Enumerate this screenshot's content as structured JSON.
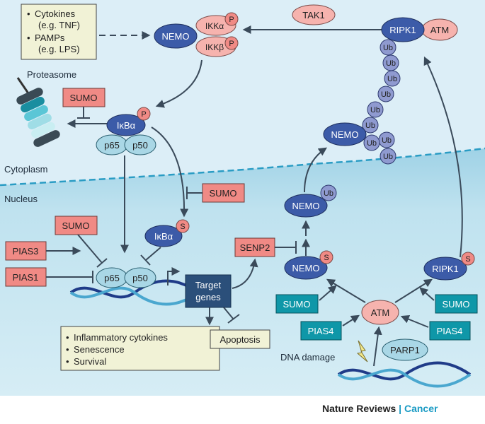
{
  "compartments": {
    "cytoplasm": "Cytoplasm",
    "nucleus": "Nucleus"
  },
  "stimuli": {
    "cytokines": "Cytokines",
    "cytokines_example": "(e.g. TNF)",
    "pamps": "PAMPs",
    "pamps_example": "(e.g. LPS)"
  },
  "ikk": {
    "nemo": "NEMO",
    "ikka": "IKKα",
    "ikkb": "IKKβ",
    "phospho": "P"
  },
  "tak1": "TAK1",
  "ripk1_top": {
    "ripk1": "RIPK1",
    "atm": "ATM",
    "ub": "Ub"
  },
  "proteasome": "Proteasome",
  "sumo": "SUMO",
  "ikba": "IκBα",
  "p65": "p65",
  "p50": "p50",
  "nemo": "NEMO",
  "ub": "Ub",
  "s_mark": "S",
  "pias3": "PIAS3",
  "pias1": "PIAS1",
  "pias4": "PIAS4",
  "senp2": "SENP2",
  "target_genes": {
    "line1": "Target",
    "line2": "genes"
  },
  "outcomes": [
    "Inflammatory cytokines",
    "Senescence",
    "Survival"
  ],
  "apoptosis": "Apoptosis",
  "atm": "ATM",
  "ripk1": "RIPK1",
  "parp1": "PARP1",
  "dna_damage": "DNA damage",
  "credit": {
    "journal": "Nature Reviews",
    "separator": "|",
    "section": "Cancer"
  },
  "colors": {
    "cytoplasm_bg": "#d9ecf6",
    "nucleus_bg": "#b5dded",
    "dark_protein": "#3c5ba8",
    "pink": "#f6b3ae",
    "salmon_box": "#f08a85",
    "teal_box": "#0f97a8",
    "light_blue_protein": "#a9d7e6",
    "ub_purple": "#8f9ad0",
    "note_bg": "#f1f2d6"
  }
}
